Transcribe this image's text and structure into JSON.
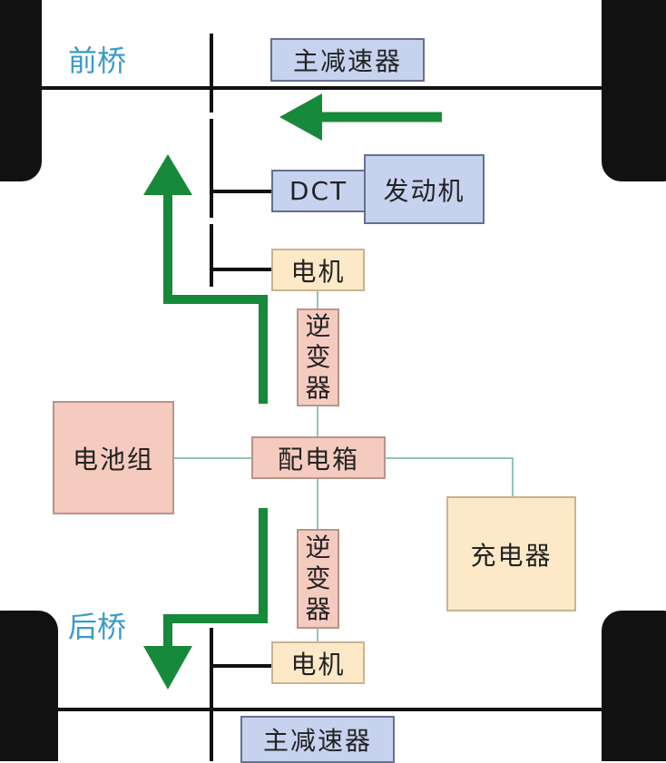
{
  "colors": {
    "arrow": "#17893a",
    "wheel": "#111111",
    "wire": "#6fb0a6",
    "label": "#3b9ac6"
  },
  "front": {
    "label": "前桥",
    "reducer": "主减速器",
    "dct": "DCT",
    "engine": "发动机",
    "motor": "电机",
    "inverter": [
      "逆",
      "变",
      "器"
    ]
  },
  "center": {
    "battery": "电池组",
    "distribution": "配电箱",
    "charger": "充电器"
  },
  "rear": {
    "label": "后桥",
    "reducer": "主减速器",
    "motor": "电机",
    "inverter": [
      "逆",
      "变",
      "器"
    ]
  }
}
